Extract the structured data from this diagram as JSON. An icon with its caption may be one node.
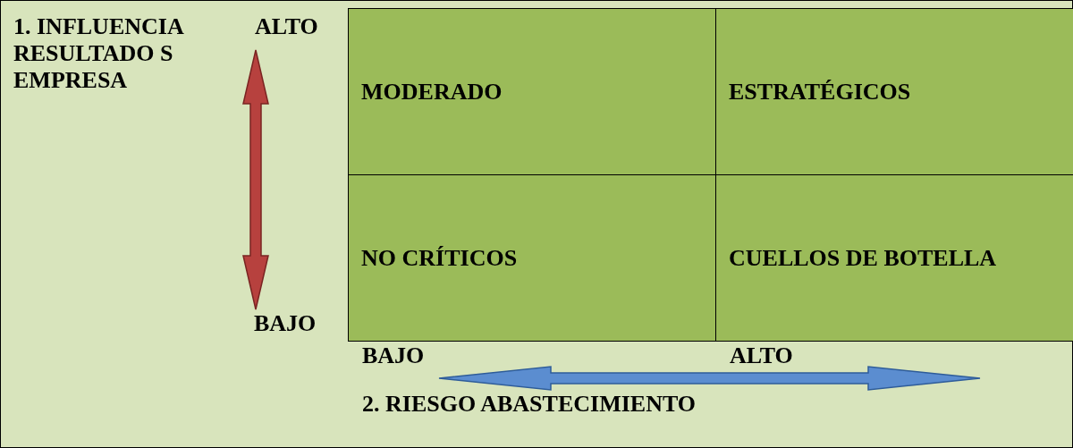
{
  "diagram": {
    "nodes": [
      {
        "text": [
          "MODERADO"
        ]
      },
      {
        "text": [
          "ESTRATÉGICOS"
        ]
      },
      {
        "text": [
          "NO CRÍTICOS"
        ]
      },
      {
        "text": [
          "CUELLOS DE BOTELLA"
        ]
      }
    ],
    "labels": [
      "1. INFLUENCIA RESULTADO S EMPRESA",
      "ALTO",
      "BAJO",
      "BAJO",
      "ALTO",
      "2. RIESGO ABASTECIMIENTO"
    ]
  }
}
